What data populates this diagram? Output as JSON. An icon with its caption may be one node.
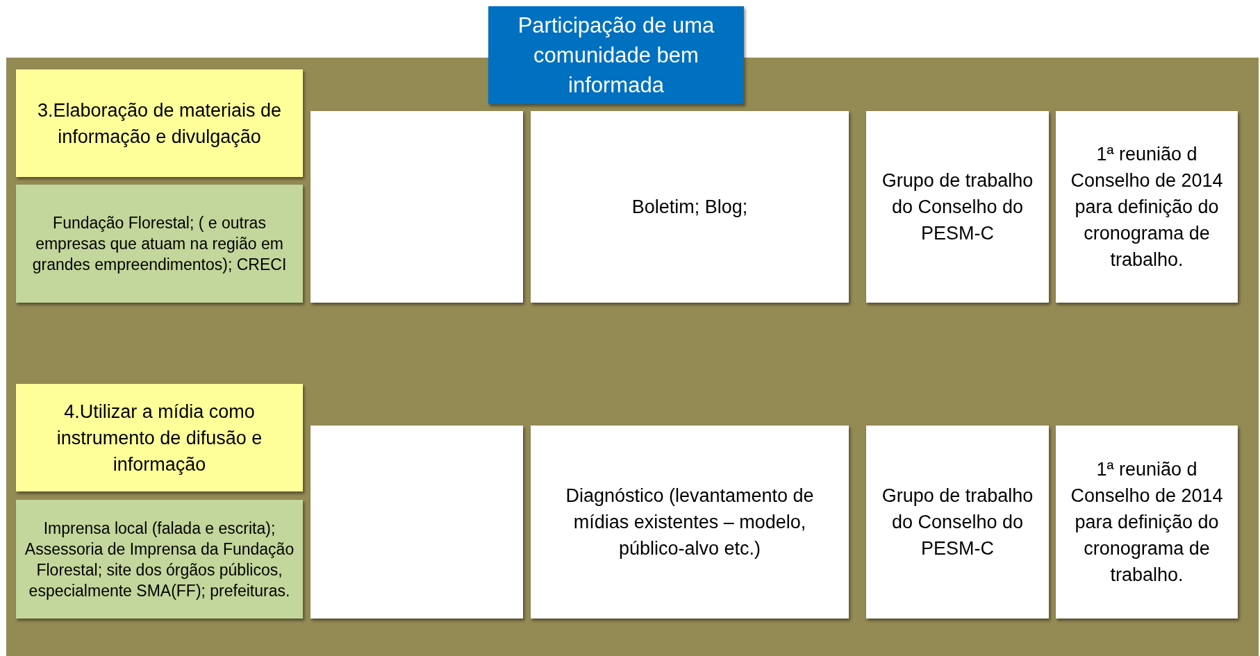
{
  "diagram": {
    "title": "Participação de uma comunidade bem informada",
    "nodes": [
      {
        "text": [
          "3.Elaboração de materiais de informação e divulgação"
        ]
      },
      {
        "text": [
          "Fundação Florestal; ( e outras empresas que atuam na região em grandes empreendimentos); CRECI"
        ]
      },
      {
        "text": [],
        "shape": "box"
      },
      {
        "text": [
          "Boletim; Blog;"
        ]
      },
      {
        "text": [
          "Grupo de trabalho do Conselho do PESM-C"
        ]
      },
      {
        "text": [
          "1ª reunião d Conselho de 2014 para definição do cronograma de trabalho."
        ]
      },
      {
        "text": [
          "4.Utilizar a mídia como instrumento de difusão e informação"
        ]
      },
      {
        "text": [
          "Imprensa local (falada e escrita); Assessoria de Imprensa da Fundação Florestal;  site dos órgãos públicos, especialmente SMA(FF); prefeituras."
        ]
      },
      {
        "text": [],
        "shape": "box"
      },
      {
        "text": [
          "Diagnóstico (levantamento de mídias existentes – modelo, público-alvo etc.)"
        ]
      },
      {
        "text": [
          "Grupo de trabalho do Conselho do PESM-C"
        ]
      },
      {
        "text": [
          "1ª reunião d Conselho de 2014 para definição do cronograma de trabalho."
        ]
      }
    ],
    "edges": []
  }
}
